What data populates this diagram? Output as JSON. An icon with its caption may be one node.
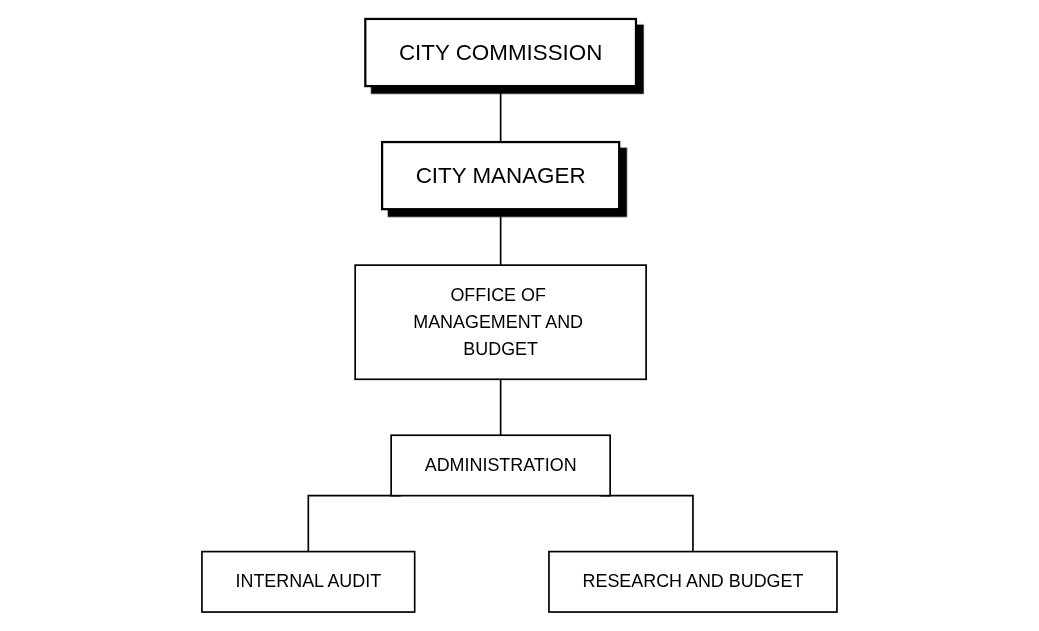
{
  "diagram": {
    "nodes": [
      {
        "text": [
          "CITY COMMISSION"
        ]
      },
      {
        "text": [
          "CITY MANAGER"
        ]
      },
      {
        "text": [
          "OFFICE OF MANAGEMENT AND BUDGET"
        ]
      },
      {
        "text": [
          "ADMINISTRATION"
        ]
      },
      {
        "text": [
          "INTERNAL AUDIT"
        ]
      },
      {
        "text": [
          "RESEARCH AND BUDGET"
        ]
      }
    ],
    "edges": [
      {
        "from": 0,
        "to": 1,
        "arrow": "none"
      },
      {
        "from": 1,
        "to": 2,
        "arrow": "none"
      },
      {
        "from": 2,
        "to": 3,
        "arrow": "none"
      },
      {
        "from": 3,
        "to": 4,
        "arrow": "none"
      },
      {
        "from": 3,
        "to": 5,
        "arrow": "none"
      }
    ]
  }
}
